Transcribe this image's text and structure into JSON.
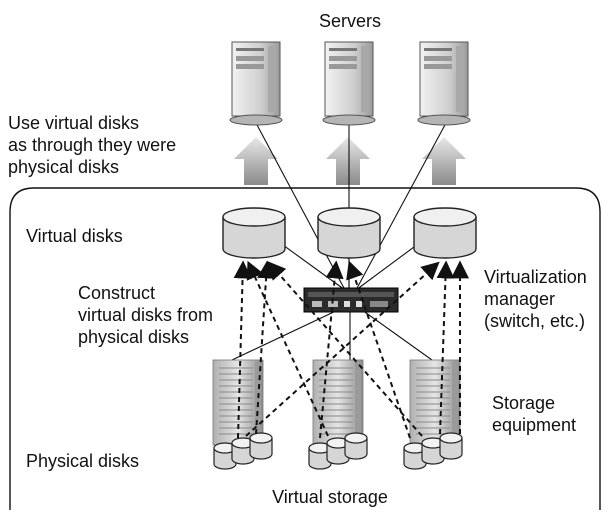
{
  "labels": {
    "servers": "Servers",
    "use_virtual": "Use virtual disks\nas through they were\nphysical disks",
    "virtual_disks": "Virtual disks",
    "construct": "Construct\nvirtual disks from\nphysical disks",
    "manager": "Virtualization\nmanager\n(switch, etc.)",
    "storage_equipment": "Storage\nequipment",
    "physical_disks": "Physical disks",
    "virtual_storage": "Virtual storage"
  },
  "icons": {
    "server": "server-tower-icon",
    "virtual_disk": "cylinder-disk-icon",
    "switch": "network-switch-icon",
    "storage_rack": "storage-rack-icon",
    "physical_disk": "cylinder-disk-icon"
  },
  "colors": {
    "arrow_gradient_top": "#e6e6e6",
    "arrow_gradient_bottom": "#8a8a8a",
    "disk_fill": "#d8d8d8",
    "server_fill": "#c8c8c8",
    "switch_fill": "#2a2a2a"
  }
}
